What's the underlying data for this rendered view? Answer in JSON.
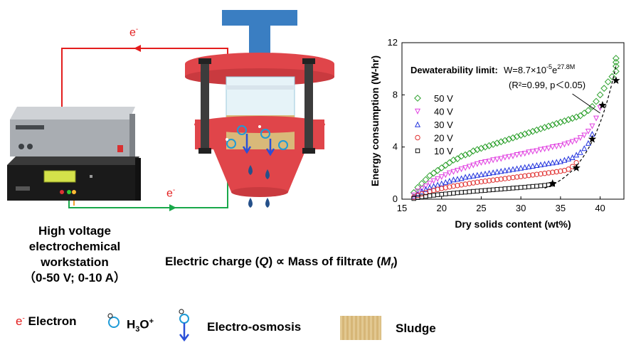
{
  "circuit": {
    "electron_top": "e",
    "electron_bottom": "e",
    "superscript_minus": "-"
  },
  "workstation": {
    "line1": "High voltage",
    "line2": "electrochemical",
    "line3": "workstation",
    "line4": "（0-50 V; 0-10 A）"
  },
  "relation": {
    "part1": "Electric charge (",
    "q": "Q",
    "part2": ") ∝ Mass of filtrate (",
    "m": "M",
    "m_sub": "f",
    "part3": ")"
  },
  "legend": {
    "electron_symbol": "e",
    "electron_sup": "-",
    "electron_label": "Electron",
    "h3o_label_main": "H",
    "h3o_sub": "3",
    "h3o_o": "O",
    "h3o_sup": "+",
    "eo_label": "Electro-osmosis",
    "sludge_label": "Sludge"
  },
  "colors": {
    "wire_red": "#e31d1d",
    "wire_green": "#19a84a",
    "wire_orange": "#f0a030",
    "press_blue": "#3a7ec2",
    "press_red": "#e0454a",
    "sludge": "#d9b979",
    "ion": "#1e9bd7",
    "eo_arrow": "#2a4fd8",
    "drop": "#25508a"
  },
  "chart_data": {
    "type": "scatter",
    "xlabel": "Dry solids content (wt%)",
    "ylabel": "Energy consumption (W-hr)",
    "xlim": [
      15,
      43
    ],
    "ylim": [
      0,
      12
    ],
    "xticks": [
      15,
      20,
      25,
      30,
      35,
      40
    ],
    "yticks": [
      0,
      4,
      8,
      12
    ],
    "annotation": {
      "label": "Dewaterability limit:",
      "eq_main": "W=8.7×10",
      "eq_exp1": "-5",
      "eq_e": "e",
      "eq_exp2": "27.8M",
      "stats": "(R²=0.99, p＜0.05)"
    },
    "series": [
      {
        "name": "50 V",
        "marker": "diamond",
        "color": "#2ca02c",
        "x": [
          16.5,
          17,
          17.5,
          18,
          18.5,
          19,
          19.5,
          20,
          20.5,
          21,
          21.5,
          22,
          22.5,
          23,
          23.5,
          24,
          24.5,
          25,
          25.5,
          26,
          26.5,
          27,
          27.5,
          28,
          28.5,
          29,
          29.5,
          30,
          30.5,
          31,
          31.5,
          32,
          32.5,
          33,
          33.5,
          34,
          34.5,
          35,
          35.5,
          36,
          36.5,
          37,
          37.5,
          38,
          38.5,
          39,
          39.5,
          40,
          40.5,
          41,
          41.5,
          42,
          42,
          42,
          42
        ],
        "y": [
          0.5,
          0.9,
          1.2,
          1.5,
          1.8,
          2.0,
          2.2,
          2.4,
          2.6,
          2.8,
          3.0,
          3.1,
          3.3,
          3.4,
          3.5,
          3.7,
          3.8,
          3.9,
          4.0,
          4.1,
          4.2,
          4.3,
          4.4,
          4.5,
          4.6,
          4.7,
          4.8,
          4.9,
          5.0,
          5.1,
          5.2,
          5.3,
          5.4,
          5.5,
          5.6,
          5.7,
          5.8,
          5.9,
          6.0,
          6.1,
          6.2,
          6.3,
          6.4,
          6.6,
          6.8,
          7.1,
          7.5,
          8.0,
          8.5,
          9.0,
          9.4,
          9.8,
          10.2,
          10.5,
          10.8
        ]
      },
      {
        "name": "40 V",
        "marker": "triangle-down",
        "color": "#e040e0",
        "x": [
          16.5,
          17,
          17.5,
          18,
          18.5,
          19,
          19.5,
          20,
          20.5,
          21,
          21.5,
          22,
          22.5,
          23,
          23.5,
          24,
          24.5,
          25,
          25.5,
          26,
          26.5,
          27,
          27.5,
          28,
          28.5,
          29,
          29.5,
          30,
          30.5,
          31,
          31.5,
          32,
          32.5,
          33,
          33.5,
          34,
          34.5,
          35,
          35.5,
          36,
          36.5,
          37,
          37.5,
          38,
          38.5,
          39,
          39.5,
          40
        ],
        "y": [
          0.3,
          0.6,
          0.8,
          1.0,
          1.2,
          1.4,
          1.55,
          1.7,
          1.85,
          2.0,
          2.1,
          2.2,
          2.3,
          2.4,
          2.5,
          2.6,
          2.7,
          2.8,
          2.85,
          2.9,
          3.0,
          3.05,
          3.1,
          3.2,
          3.25,
          3.3,
          3.4,
          3.45,
          3.5,
          3.6,
          3.65,
          3.7,
          3.8,
          3.85,
          3.9,
          4.0,
          4.05,
          4.1,
          4.2,
          4.3,
          4.4,
          4.5,
          4.7,
          4.9,
          5.2,
          5.6,
          6.2,
          7.0
        ]
      },
      {
        "name": "30 V",
        "marker": "triangle-up",
        "color": "#2233dd",
        "x": [
          16.5,
          17,
          17.5,
          18,
          18.5,
          19,
          19.5,
          20,
          20.5,
          21,
          21.5,
          22,
          22.5,
          23,
          23.5,
          24,
          24.5,
          25,
          25.5,
          26,
          26.5,
          27,
          27.5,
          28,
          28.5,
          29,
          29.5,
          30,
          30.5,
          31,
          31.5,
          32,
          32.5,
          33,
          33.5,
          34,
          34.5,
          35,
          35.5,
          36,
          36.5,
          37,
          37.5,
          38,
          38.5,
          39
        ],
        "y": [
          0.2,
          0.4,
          0.6,
          0.75,
          0.9,
          1.0,
          1.1,
          1.2,
          1.3,
          1.4,
          1.5,
          1.55,
          1.6,
          1.7,
          1.75,
          1.8,
          1.85,
          1.9,
          1.95,
          2.0,
          2.05,
          2.1,
          2.15,
          2.2,
          2.25,
          2.3,
          2.35,
          2.4,
          2.45,
          2.5,
          2.55,
          2.6,
          2.65,
          2.7,
          2.75,
          2.8,
          2.85,
          2.9,
          3.0,
          3.1,
          3.2,
          3.4,
          3.6,
          3.9,
          4.3,
          5.0
        ]
      },
      {
        "name": "20 V",
        "marker": "circle",
        "color": "#e03030",
        "x": [
          16.5,
          17,
          17.5,
          18,
          18.5,
          19,
          19.5,
          20,
          20.5,
          21,
          21.5,
          22,
          22.5,
          23,
          23.5,
          24,
          24.5,
          25,
          25.5,
          26,
          26.5,
          27,
          27.5,
          28,
          28.5,
          29,
          29.5,
          30,
          30.5,
          31,
          31.5,
          32,
          32.5,
          33,
          33.5,
          34,
          34.5,
          35,
          35.5,
          36,
          36.5,
          37
        ],
        "y": [
          0.15,
          0.3,
          0.4,
          0.5,
          0.6,
          0.68,
          0.75,
          0.82,
          0.88,
          0.94,
          1.0,
          1.05,
          1.1,
          1.15,
          1.2,
          1.25,
          1.3,
          1.34,
          1.38,
          1.42,
          1.46,
          1.5,
          1.54,
          1.58,
          1.62,
          1.66,
          1.7,
          1.74,
          1.78,
          1.82,
          1.86,
          1.9,
          1.94,
          1.98,
          2.02,
          2.06,
          2.1,
          2.15,
          2.2,
          2.3,
          2.5,
          2.8
        ]
      },
      {
        "name": "10 V",
        "marker": "square",
        "color": "#111111",
        "x": [
          16.5,
          17,
          17.5,
          18,
          18.5,
          19,
          19.5,
          20,
          20.5,
          21,
          21.5,
          22,
          22.5,
          23,
          23.5,
          24,
          24.5,
          25,
          25.5,
          26,
          26.5,
          27,
          27.5,
          28,
          28.5,
          29,
          29.5,
          30,
          30.5,
          31,
          31.5,
          32,
          32.5,
          33,
          33.5,
          34
        ],
        "y": [
          0.05,
          0.12,
          0.18,
          0.22,
          0.26,
          0.3,
          0.34,
          0.37,
          0.4,
          0.43,
          0.46,
          0.49,
          0.52,
          0.54,
          0.57,
          0.6,
          0.62,
          0.65,
          0.67,
          0.7,
          0.72,
          0.75,
          0.77,
          0.8,
          0.82,
          0.85,
          0.87,
          0.9,
          0.92,
          0.95,
          0.98,
          1.0,
          1.03,
          1.06,
          1.1,
          1.15
        ]
      }
    ],
    "limit_points": {
      "x": [
        34,
        37,
        39,
        40.3,
        42
      ],
      "y": [
        1.2,
        2.4,
        4.6,
        7.2,
        9.1
      ]
    },
    "fit_curve": {
      "a": 8.7e-05,
      "b": 27.8
    }
  }
}
